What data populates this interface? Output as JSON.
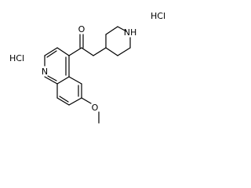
{
  "molecule": {
    "atoms": {
      "carbonyl_o": "O",
      "piperidine_nh": "NH",
      "quinoline_n": "N",
      "methoxy_o": "O"
    },
    "salts": {
      "hcl_right": "HCl",
      "hcl_left": "HCl"
    }
  },
  "colors": {
    "bond": "#000000",
    "text": "#000000",
    "background": "#ffffff"
  }
}
